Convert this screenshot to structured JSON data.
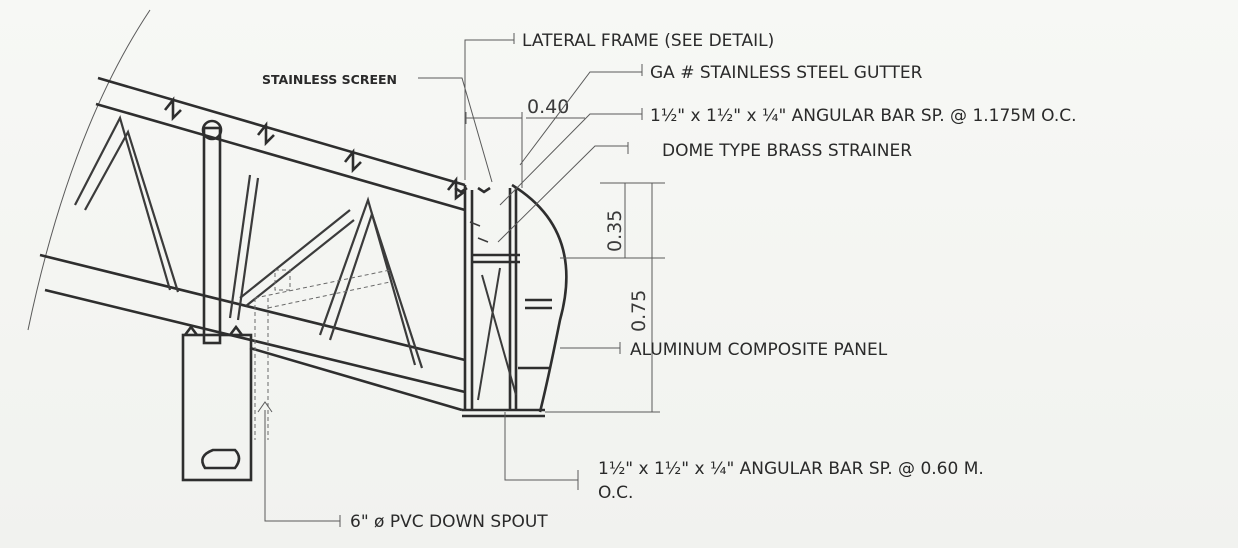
{
  "labels": {
    "lateral_frame": "LATERAL FRAME (SEE DETAIL)",
    "stainless_screen": "STAINLESS SCREEN",
    "gutter": "GA # STAINLESS STEEL GUTTER",
    "angular_bar_top": "1½\" x 1½\" x ¼\" ANGULAR BAR SP. @ 1.175M O.C.",
    "strainer": "DOME TYPE BRASS STRAINER",
    "aluminum_panel": "ALUMINUM COMPOSITE PANEL",
    "angular_bar_bottom_line1": "1½\" x 1½\" x ¼\" ANGULAR BAR SP. @ 0.60 M.",
    "angular_bar_bottom_line2": "O.C.",
    "pvc_spout": "6\" ø PVC DOWN SPOUT"
  },
  "dimensions": {
    "width_top": "0.40",
    "height_upper": "0.35",
    "height_total": "0.75"
  },
  "colors": {
    "ink": "#2e2e2e",
    "paper": "#f4f5f2"
  }
}
